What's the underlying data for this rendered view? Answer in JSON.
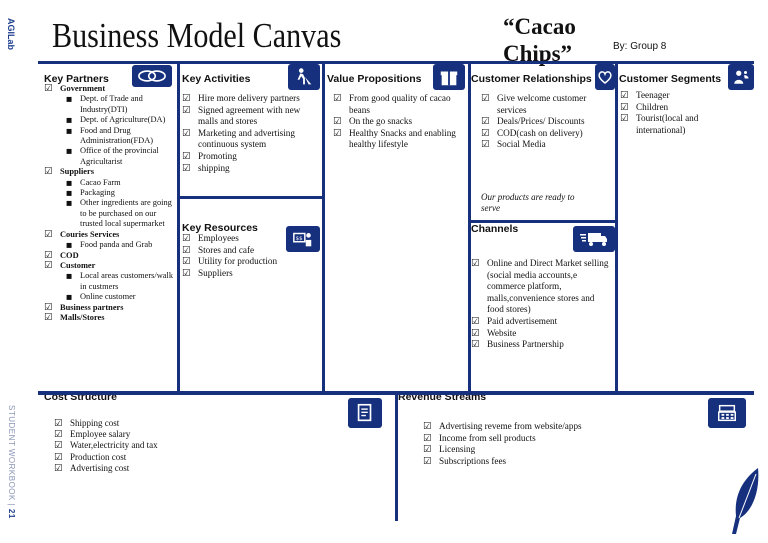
{
  "side": {
    "brand": "AGILab",
    "footer_prefix": "STUDENT WORKBOOK | ",
    "footer_page": "21"
  },
  "title": "Business Model Canvas",
  "product": "“Cacao Chips”",
  "byline": "By: Group 8",
  "colors": {
    "frame": "#16307e",
    "icon_bg": "#16307e"
  },
  "partners": {
    "title": "Key Partners",
    "icon": "link-icon",
    "groups": [
      {
        "label": "Government",
        "subs": [
          "Dept. of Trade and Industry(DTI)",
          "Dept. of Agriculture(DA)",
          "Food and Drug Administration(FDA)",
          "Office of the provincial Agricultarist"
        ]
      },
      {
        "label": "Suppliers",
        "subs": [
          "Cacao Farm",
          "Packaging",
          "Other ingredients are going to be purchased on our trusted local supermarket"
        ]
      },
      {
        "label": "Couries Services",
        "subs": [
          "Food panda and Grab"
        ]
      },
      {
        "label": "COD",
        "subs": []
      },
      {
        "label": "Customer",
        "subs": [
          "Local areas customers/walk in custmers",
          "Online customer"
        ]
      },
      {
        "label": "Business partners",
        "subs": []
      },
      {
        "label": "Malls/Stores",
        "subs": []
      }
    ]
  },
  "activities": {
    "title": "Key Activities",
    "icon": "worker-icon",
    "items": [
      "Hire more delivery partners",
      "Signed agreement with new malls and stores",
      "Marketing and advertising continuous system",
      "Promoting",
      "shipping"
    ]
  },
  "resources": {
    "title": "Key Resources",
    "icon": "resources-icon",
    "items": [
      "Employees",
      "Stores and cafe",
      "Utility for production",
      "Suppliers"
    ]
  },
  "value": {
    "title": "Value Propositions",
    "icon": "gift-icon",
    "items": [
      "From good quality of cacao beans",
      "On the go snacks",
      "Healthy Snacks and enabling healthy lifestyle"
    ]
  },
  "relationships": {
    "title": "Customer Relationships",
    "icon": "heart-chat-icon",
    "items": [
      "Give welcome customer services",
      "Deals/Prices/ Discounts",
      "COD(cash on delivery)",
      "Social Media"
    ],
    "note": "Our products are ready to serve"
  },
  "channels": {
    "title": "Channels",
    "icon": "truck-icon",
    "items": [
      "Online and Direct Market selling (social media accounts,e commerce platform, malls,convenience stores and food stores)",
      "Paid advertisement",
      "Website",
      "Business Partnership"
    ]
  },
  "segments": {
    "title": "Customer Segments",
    "icon": "people-icon",
    "items": [
      "Teenager",
      "Children",
      "Tourist(local and international)"
    ]
  },
  "costs": {
    "title": "Cost Structure",
    "icon": "document-icon",
    "items": [
      "Shipping cost",
      "Employee salary",
      "Water,electricity and tax",
      "Production cost",
      "Advertising cost"
    ]
  },
  "revenue": {
    "title": "Revenue Streams",
    "icon": "cash-register-icon",
    "items": [
      "Advertising reveme from website/apps",
      "Income from sell products",
      "Licensing",
      "Subscriptions fees"
    ]
  }
}
